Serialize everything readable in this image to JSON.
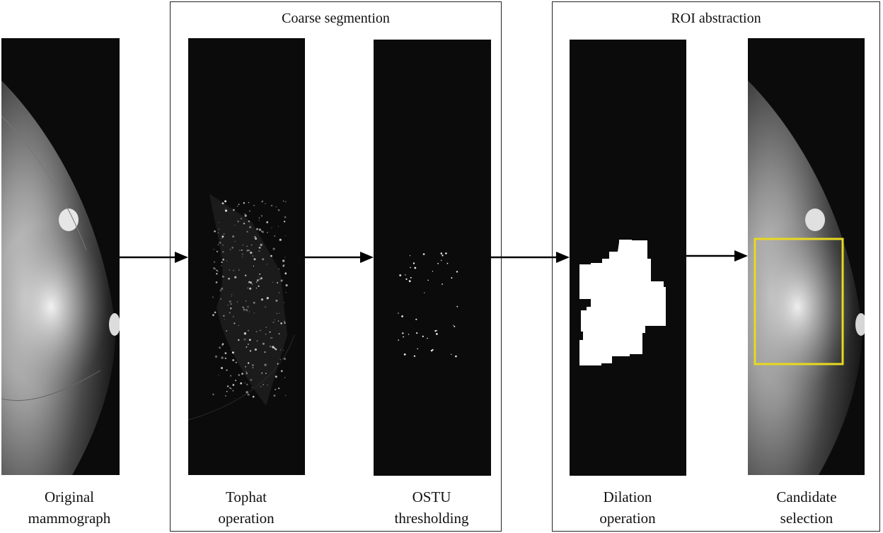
{
  "groups": {
    "coarse": {
      "title": "Coarse segmention"
    },
    "roi": {
      "title": "ROI abstraction"
    }
  },
  "steps": [
    {
      "line1": "Original",
      "line2": "mammograph"
    },
    {
      "line1": "Tophat",
      "line2": "operation"
    },
    {
      "line1": "OSTU",
      "line2": "thresholding"
    },
    {
      "line1": "Dilation",
      "line2": "operation"
    },
    {
      "line1": "Candidate",
      "line2": "selection"
    }
  ],
  "colors": {
    "roi_box": "#e8d820",
    "panel_bg": "#0b0b0b",
    "arrow": "#000000"
  }
}
